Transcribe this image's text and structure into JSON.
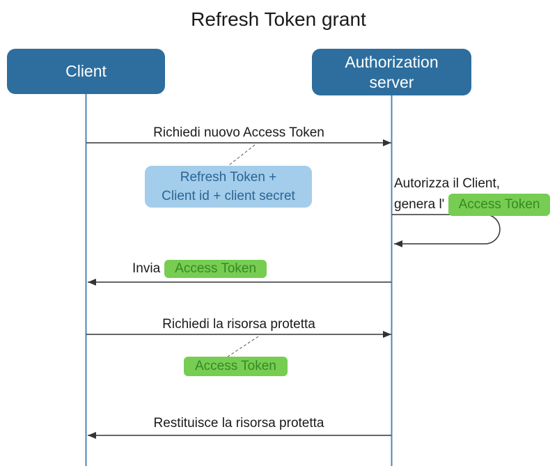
{
  "diagram": {
    "title": "Refresh Token grant",
    "type": "sequence-diagram"
  },
  "actors": [
    {
      "label": "Client"
    },
    {
      "label": "Authorization server"
    }
  ],
  "messages": {
    "request_new_token": "Richiedi nuovo Access Token",
    "authorize_line1": "Autorizza il Client,",
    "authorize_line2_prefix": "genera l'",
    "access_token": "Access Token",
    "send_prefix": "Invia",
    "request_resource": "Richiedi la risorsa protetta",
    "return_resource": "Restituisce la risorsa protetta"
  },
  "note": {
    "line1": "Refresh Token +",
    "line2": "Client id + client secret"
  },
  "colors": {
    "actor_bg": "#2d6e9e",
    "actor_text": "#ffffff",
    "lifeline": "#4d86b4",
    "note_bg": "#a3cdea",
    "note_text": "#2a6496",
    "badge_bg": "#77cd52",
    "badge_text": "#348924",
    "line": "#333333",
    "text": "#1a1a1a"
  }
}
